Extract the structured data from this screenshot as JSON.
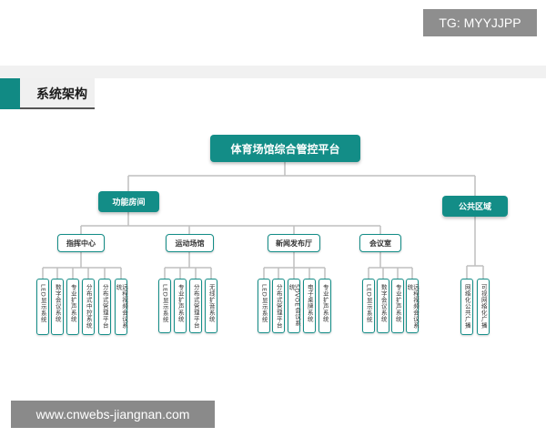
{
  "watermarks": {
    "tg": "TG: MYYJJPP",
    "url": "www.cnwebs-jiangnan.com"
  },
  "section_title": "系统架构",
  "root": {
    "label": "体育场馆综合管控平台"
  },
  "level1": [
    {
      "label": "功能房间"
    },
    {
      "label": "公共区域"
    }
  ],
  "rooms": [
    {
      "label": "指挥中心",
      "leaves": [
        "LED显示系统",
        "数字会议系统",
        "专业扩声系统",
        "分布式中控系统",
        "分布式管理平台",
        "远程视频会议系统"
      ]
    },
    {
      "label": "运动场馆",
      "leaves": [
        "LED显示系统",
        "专业扩声系统",
        "分布式管理平台",
        "无线扩音系统"
      ]
    },
    {
      "label": "新闻发布厅",
      "leaves": [
        "LED显示系统",
        "分布式管理平台",
        "SDVOE会议系统",
        "电子桌牌系统",
        "专业扩声系统"
      ]
    },
    {
      "label": "会议室",
      "leaves": [
        "LED显示系统",
        "数字会议系统",
        "专业扩声系统",
        "远程视频会议系统"
      ]
    }
  ],
  "public_leaves": [
    "网络化公共广播",
    "可视网络化广播"
  ]
}
